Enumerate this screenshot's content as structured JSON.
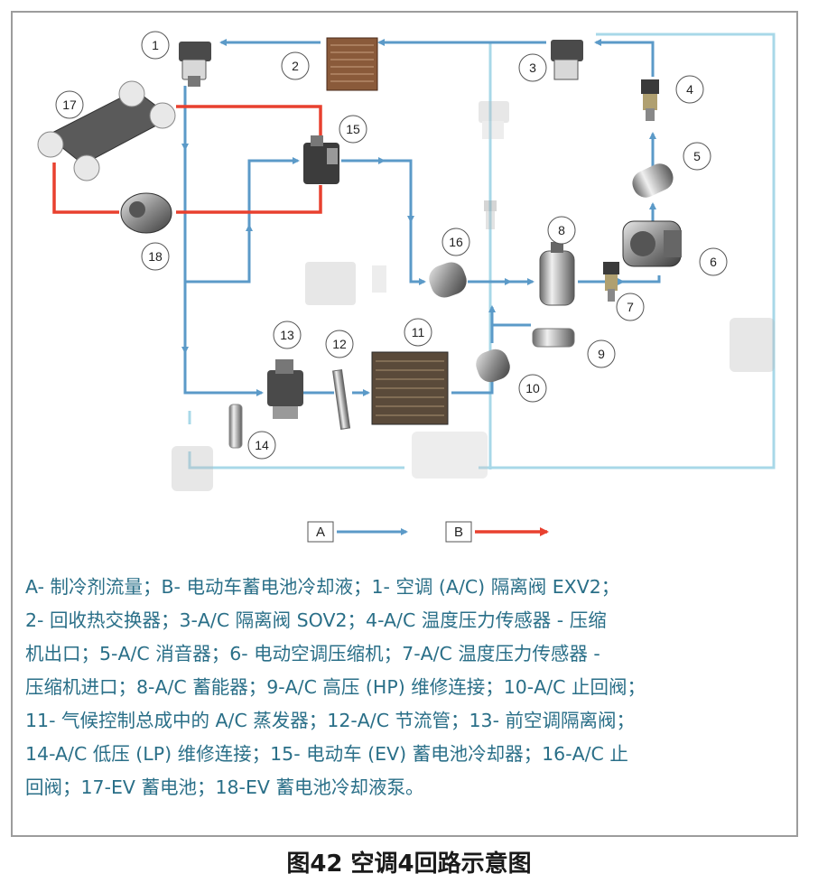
{
  "callouts": [
    {
      "n": "1"
    },
    {
      "n": "2"
    },
    {
      "n": "3"
    },
    {
      "n": "4"
    },
    {
      "n": "5"
    },
    {
      "n": "6"
    },
    {
      "n": "7"
    },
    {
      "n": "8"
    },
    {
      "n": "9"
    },
    {
      "n": "10"
    },
    {
      "n": "11"
    },
    {
      "n": "12"
    },
    {
      "n": "13"
    },
    {
      "n": "14"
    },
    {
      "n": "15"
    },
    {
      "n": "16"
    },
    {
      "n": "17"
    },
    {
      "n": "18"
    }
  ],
  "legend": {
    "a_label": "A",
    "b_label": "B",
    "a_color": "#5b9ac8",
    "b_color": "#e8402f"
  },
  "colors": {
    "refrigerant": "#5b9ac8",
    "coolant": "#e8402f",
    "inactive": "#a8d8e8",
    "text": "#2a6f88"
  },
  "caption": {
    "line1": "A- 制冷剂流量；B- 电动车蓄电池冷却液；1- 空调 (A/C) 隔离阀 EXV2；",
    "line2": "2- 回收热交换器；3-A/C 隔离阀 SOV2；4-A/C 温度压力传感器 - 压缩",
    "line3": "机出口；5-A/C 消音器；6- 电动空调压缩机；7-A/C 温度压力传感器 -",
    "line4": "压缩机进口；8-A/C 蓄能器；9-A/C 高压 (HP) 维修连接；10-A/C 止回阀；",
    "line5": "11- 气候控制总成中的 A/C 蒸发器；12-A/C 节流管；13- 前空调隔离阀；",
    "line6": "14-A/C 低压 (LP) 维修连接；15- 电动车 (EV) 蓄电池冷却器；16-A/C 止",
    "line7": "回阀；17-EV 蓄电池；18-EV 蓄电池冷却液泵。"
  },
  "title": "图42 空调4回路示意图"
}
